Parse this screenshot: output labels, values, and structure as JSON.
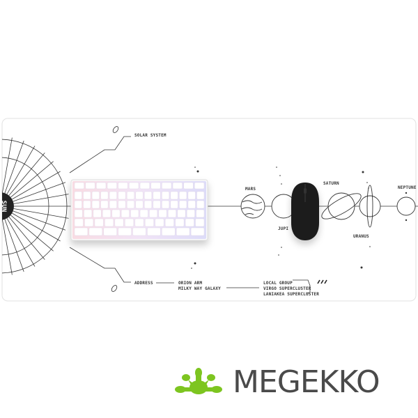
{
  "product_image": {
    "mat_labels": {
      "sun": "SUN",
      "solar_system": "SOLAR SYSTEM",
      "address": "ADDRESS",
      "orion_arm": "ORION ARM",
      "milky_way": "MILKY WAY GALAXY",
      "local_group": "LOCAL GROUP",
      "virgo": "VIRGO SUPERCLUSTER",
      "laniakea": "LANIAKEA SUPERCLUSTER",
      "mars": "MARS",
      "jupiter": "JUPI",
      "saturn": "SATURN",
      "uranus": "URANUS",
      "neptune": "NEPTUNE"
    }
  },
  "brand": {
    "name": "MEGEKKO",
    "logo_color": "#7dc520",
    "text_color": "#4a4a4a"
  }
}
